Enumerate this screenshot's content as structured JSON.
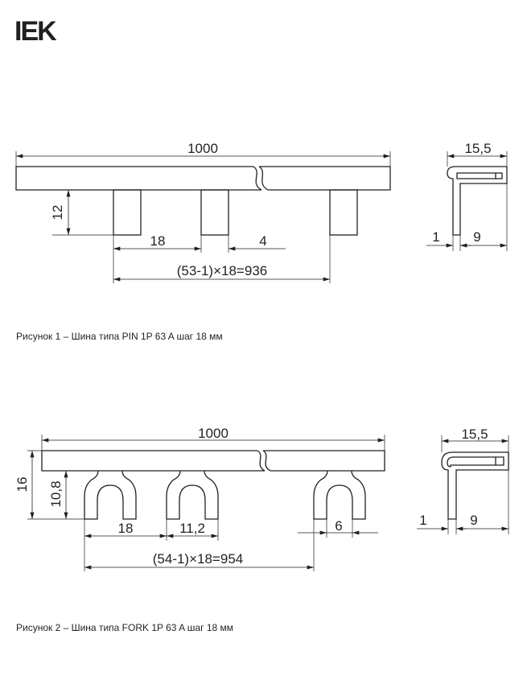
{
  "brand": {
    "logo": "IEK"
  },
  "figure1": {
    "length": "1000",
    "pin_height": "12",
    "pitch": "18",
    "gap": "4",
    "formula": "(53-1)×18=936",
    "side_width": "15,5",
    "side_thickness": "1",
    "side_depth": "9",
    "caption": "Рисунок 1 – Шина типа PIN 1P 63 A шаг 18 мм"
  },
  "figure2": {
    "length": "1000",
    "total_height": "16",
    "fork_height": "10,8",
    "pitch": "18",
    "fork_width": "11,2",
    "slot": "6",
    "formula": "(54-1)×18=954",
    "side_width": "15,5",
    "side_thickness": "1",
    "side_depth": "9",
    "caption": "Рисунок 2 – Шина типа FORK 1P 63 A шаг 18 мм"
  }
}
